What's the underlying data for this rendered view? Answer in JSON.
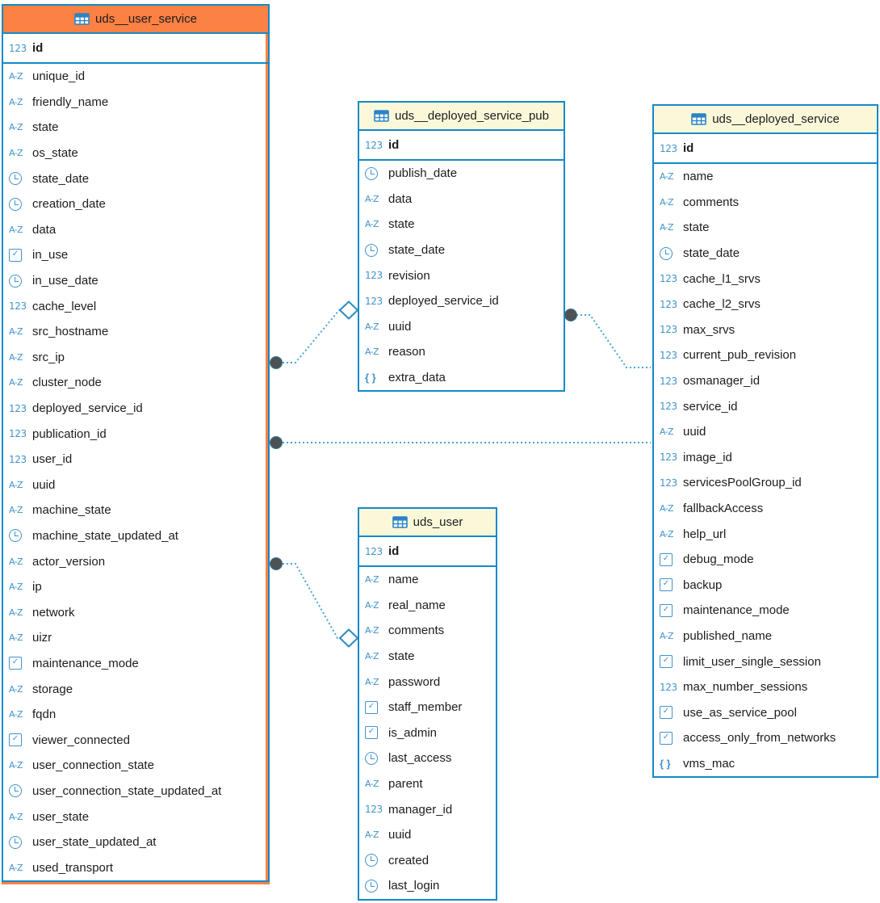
{
  "diagram": {
    "colors": {
      "table_border": "#1389c9",
      "selected_header_bg": "#fb8144",
      "header_bg": "#fbf8da",
      "icon_color": "#4093cc",
      "connector_line": "#4aa2d8",
      "connector_node": "#4d5254",
      "diamond_fill": "#ffffff",
      "canvas_bg": "#ffffff"
    },
    "tables": [
      {
        "title": "uds__user_service",
        "selected": true,
        "primary_key": {
          "name": "id",
          "type": "number"
        },
        "columns": [
          {
            "name": "unique_id",
            "type": "string"
          },
          {
            "name": "friendly_name",
            "type": "string"
          },
          {
            "name": "state",
            "type": "string"
          },
          {
            "name": "os_state",
            "type": "string"
          },
          {
            "name": "state_date",
            "type": "datetime"
          },
          {
            "name": "creation_date",
            "type": "datetime"
          },
          {
            "name": "data",
            "type": "string"
          },
          {
            "name": "in_use",
            "type": "boolean"
          },
          {
            "name": "in_use_date",
            "type": "datetime"
          },
          {
            "name": "cache_level",
            "type": "number"
          },
          {
            "name": "src_hostname",
            "type": "string"
          },
          {
            "name": "src_ip",
            "type": "string"
          },
          {
            "name": "cluster_node",
            "type": "string"
          },
          {
            "name": "deployed_service_id",
            "type": "number"
          },
          {
            "name": "publication_id",
            "type": "number"
          },
          {
            "name": "user_id",
            "type": "number"
          },
          {
            "name": "uuid",
            "type": "string"
          },
          {
            "name": "machine_state",
            "type": "string"
          },
          {
            "name": "machine_state_updated_at",
            "type": "datetime"
          },
          {
            "name": "actor_version",
            "type": "string"
          },
          {
            "name": "ip",
            "type": "string"
          },
          {
            "name": "network",
            "type": "string"
          },
          {
            "name": "uizr",
            "type": "string"
          },
          {
            "name": "maintenance_mode",
            "type": "boolean"
          },
          {
            "name": "storage",
            "type": "string"
          },
          {
            "name": "fqdn",
            "type": "string"
          },
          {
            "name": "viewer_connected",
            "type": "boolean"
          },
          {
            "name": "user_connection_state",
            "type": "string"
          },
          {
            "name": "user_connection_state_updated_at",
            "type": "datetime"
          },
          {
            "name": "user_state",
            "type": "string"
          },
          {
            "name": "user_state_updated_at",
            "type": "datetime"
          },
          {
            "name": "used_transport",
            "type": "string"
          }
        ]
      },
      {
        "title": "uds__deployed_service_pub",
        "selected": false,
        "primary_key": {
          "name": "id",
          "type": "number"
        },
        "columns": [
          {
            "name": "publish_date",
            "type": "datetime"
          },
          {
            "name": "data",
            "type": "string"
          },
          {
            "name": "state",
            "type": "string"
          },
          {
            "name": "state_date",
            "type": "datetime"
          },
          {
            "name": "revision",
            "type": "number"
          },
          {
            "name": "deployed_service_id",
            "type": "number"
          },
          {
            "name": "uuid",
            "type": "string"
          },
          {
            "name": "reason",
            "type": "string"
          },
          {
            "name": "extra_data",
            "type": "json"
          }
        ]
      },
      {
        "title": "uds_user",
        "selected": false,
        "primary_key": {
          "name": "id",
          "type": "number"
        },
        "columns": [
          {
            "name": "name",
            "type": "string"
          },
          {
            "name": "real_name",
            "type": "string"
          },
          {
            "name": "comments",
            "type": "string"
          },
          {
            "name": "state",
            "type": "string"
          },
          {
            "name": "password",
            "type": "string"
          },
          {
            "name": "staff_member",
            "type": "boolean"
          },
          {
            "name": "is_admin",
            "type": "boolean"
          },
          {
            "name": "last_access",
            "type": "datetime"
          },
          {
            "name": "parent",
            "type": "string"
          },
          {
            "name": "manager_id",
            "type": "number"
          },
          {
            "name": "uuid",
            "type": "string"
          },
          {
            "name": "created",
            "type": "datetime"
          },
          {
            "name": "last_login",
            "type": "datetime"
          }
        ]
      },
      {
        "title": "uds__deployed_service",
        "selected": false,
        "primary_key": {
          "name": "id",
          "type": "number"
        },
        "columns": [
          {
            "name": "name",
            "type": "string"
          },
          {
            "name": "comments",
            "type": "string"
          },
          {
            "name": "state",
            "type": "string"
          },
          {
            "name": "state_date",
            "type": "datetime"
          },
          {
            "name": "cache_l1_srvs",
            "type": "number"
          },
          {
            "name": "cache_l2_srvs",
            "type": "number"
          },
          {
            "name": "max_srvs",
            "type": "number"
          },
          {
            "name": "current_pub_revision",
            "type": "number"
          },
          {
            "name": "osmanager_id",
            "type": "number"
          },
          {
            "name": "service_id",
            "type": "number"
          },
          {
            "name": "uuid",
            "type": "string"
          },
          {
            "name": "image_id",
            "type": "number"
          },
          {
            "name": "servicesPoolGroup_id",
            "type": "number"
          },
          {
            "name": "fallbackAccess",
            "type": "string"
          },
          {
            "name": "help_url",
            "type": "string"
          },
          {
            "name": "debug_mode",
            "type": "boolean"
          },
          {
            "name": "backup",
            "type": "boolean"
          },
          {
            "name": "maintenance_mode",
            "type": "boolean"
          },
          {
            "name": "published_name",
            "type": "string"
          },
          {
            "name": "limit_user_single_session",
            "type": "boolean"
          },
          {
            "name": "max_number_sessions",
            "type": "number"
          },
          {
            "name": "use_as_service_pool",
            "type": "boolean"
          },
          {
            "name": "access_only_from_networks",
            "type": "boolean"
          },
          {
            "name": "vms_mac",
            "type": "json"
          }
        ]
      }
    ],
    "relationships": [
      {
        "from": "uds__user_service",
        "to": "uds__deployed_service_pub"
      },
      {
        "from": "uds__deployed_service_pub",
        "to": "uds__deployed_service"
      },
      {
        "from": "uds__user_service",
        "to": "uds__deployed_service"
      },
      {
        "from": "uds__user_service",
        "to": "uds_user"
      }
    ]
  }
}
